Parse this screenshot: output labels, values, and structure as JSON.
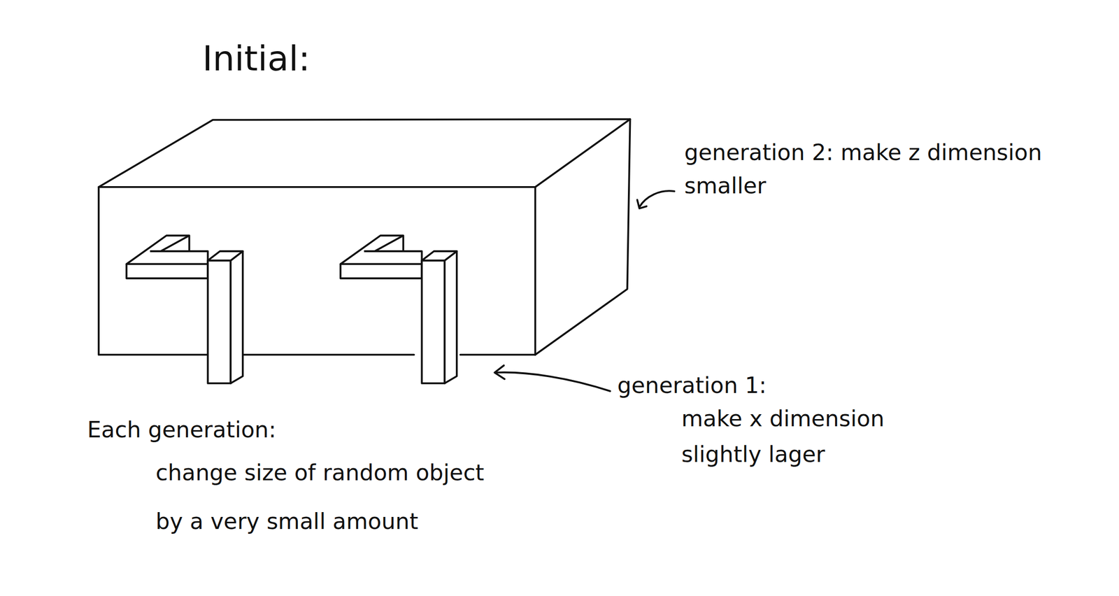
{
  "diagram": {
    "title": "Initial:",
    "labels": [
      "generation 2: make z dimension smaller",
      "generation 1:",
      "make x dimension slightly lager",
      "Each generation:",
      "change size of random object by a very small amount"
    ]
  }
}
